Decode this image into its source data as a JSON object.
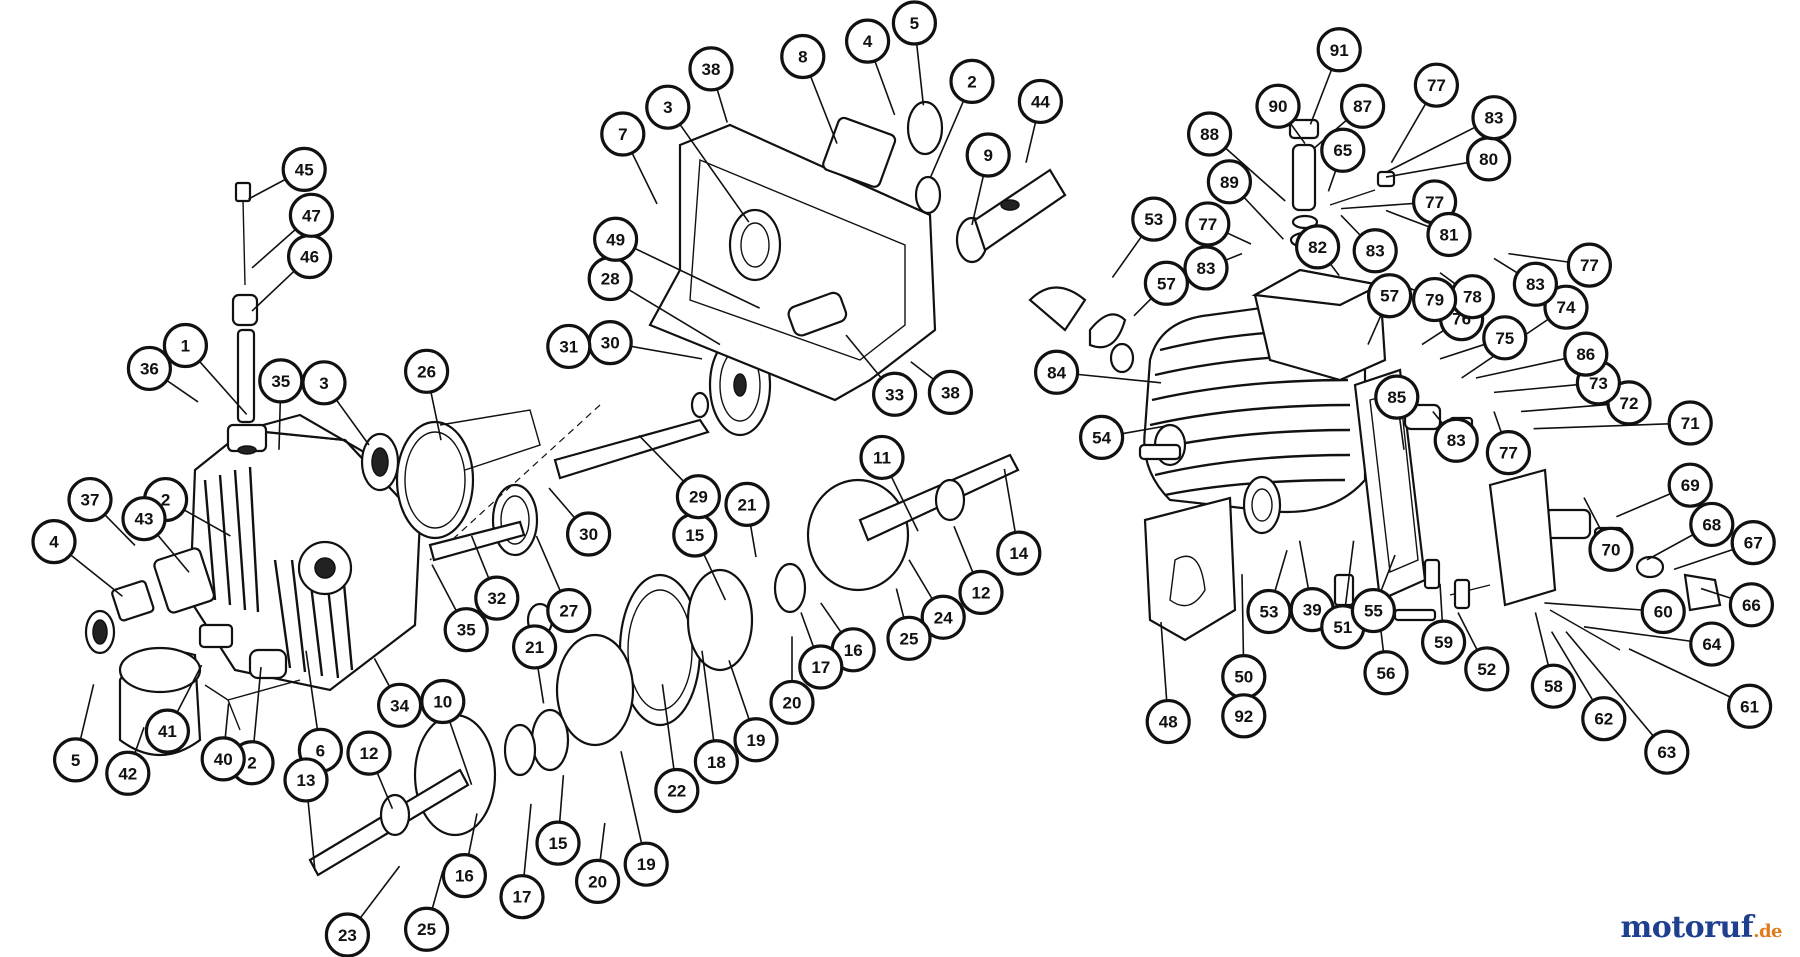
{
  "watermark": {
    "brand": "motoruf",
    "tld": ".de",
    "brand_color": "#1f3f8f",
    "tld_color": "#e07a1a"
  },
  "callouts": [
    {
      "n": "1",
      "at": [
        0.103,
        0.361
      ],
      "to": [
        0.137,
        0.433
      ]
    },
    {
      "n": "2",
      "at": [
        0.092,
        0.522
      ],
      "to": [
        0.128,
        0.56
      ]
    },
    {
      "n": "2",
      "at": [
        0.14,
        0.797
      ],
      "to": [
        0.145,
        0.697
      ]
    },
    {
      "n": "2",
      "at": [
        0.54,
        0.085
      ],
      "to": [
        0.517,
        0.185
      ]
    },
    {
      "n": "3",
      "at": [
        0.18,
        0.4
      ],
      "to": [
        0.205,
        0.465
      ]
    },
    {
      "n": "3",
      "at": [
        0.371,
        0.112
      ],
      "to": [
        0.416,
        0.232
      ]
    },
    {
      "n": "4",
      "at": [
        0.03,
        0.566
      ],
      "to": [
        0.068,
        0.623
      ]
    },
    {
      "n": "4",
      "at": [
        0.482,
        0.043
      ],
      "to": [
        0.497,
        0.12
      ]
    },
    {
      "n": "5",
      "at": [
        0.042,
        0.794
      ],
      "to": [
        0.052,
        0.715
      ]
    },
    {
      "n": "5",
      "at": [
        0.508,
        0.024
      ],
      "to": [
        0.513,
        0.11
      ]
    },
    {
      "n": "6",
      "at": [
        0.178,
        0.784
      ],
      "to": [
        0.17,
        0.68
      ]
    },
    {
      "n": "7",
      "at": [
        0.346,
        0.14
      ],
      "to": [
        0.365,
        0.213
      ]
    },
    {
      "n": "8",
      "at": [
        0.446,
        0.059
      ],
      "to": [
        0.465,
        0.15
      ]
    },
    {
      "n": "9",
      "at": [
        0.549,
        0.162
      ],
      "to": [
        0.54,
        0.235
      ]
    },
    {
      "n": "10",
      "at": [
        0.246,
        0.733
      ],
      "to": [
        0.262,
        0.82
      ]
    },
    {
      "n": "11",
      "at": [
        0.49,
        0.478
      ],
      "to": [
        0.51,
        0.555
      ]
    },
    {
      "n": "12",
      "at": [
        0.205,
        0.787
      ],
      "to": [
        0.218,
        0.845
      ]
    },
    {
      "n": "12",
      "at": [
        0.545,
        0.619
      ],
      "to": [
        0.53,
        0.55
      ]
    },
    {
      "n": "13",
      "at": [
        0.17,
        0.815
      ],
      "to": [
        0.175,
        0.91
      ]
    },
    {
      "n": "14",
      "at": [
        0.566,
        0.578
      ],
      "to": [
        0.558,
        0.49
      ]
    },
    {
      "n": "15",
      "at": [
        0.31,
        0.881
      ],
      "to": [
        0.313,
        0.81
      ]
    },
    {
      "n": "15",
      "at": [
        0.386,
        0.559
      ],
      "to": [
        0.403,
        0.627
      ]
    },
    {
      "n": "16",
      "at": [
        0.258,
        0.915
      ],
      "to": [
        0.265,
        0.85
      ]
    },
    {
      "n": "16",
      "at": [
        0.474,
        0.679
      ],
      "to": [
        0.456,
        0.63
      ]
    },
    {
      "n": "17",
      "at": [
        0.29,
        0.937
      ],
      "to": [
        0.295,
        0.84
      ]
    },
    {
      "n": "17",
      "at": [
        0.456,
        0.697
      ],
      "to": [
        0.445,
        0.64
      ]
    },
    {
      "n": "18",
      "at": [
        0.398,
        0.796
      ],
      "to": [
        0.39,
        0.68
      ]
    },
    {
      "n": "19",
      "at": [
        0.359,
        0.903
      ],
      "to": [
        0.345,
        0.785
      ]
    },
    {
      "n": "19",
      "at": [
        0.42,
        0.773
      ],
      "to": [
        0.405,
        0.69
      ]
    },
    {
      "n": "20",
      "at": [
        0.332,
        0.921
      ],
      "to": [
        0.336,
        0.86
      ]
    },
    {
      "n": "20",
      "at": [
        0.44,
        0.734
      ],
      "to": [
        0.44,
        0.665
      ]
    },
    {
      "n": "21",
      "at": [
        0.297,
        0.676
      ],
      "to": [
        0.302,
        0.735
      ]
    },
    {
      "n": "21",
      "at": [
        0.415,
        0.527
      ],
      "to": [
        0.42,
        0.582
      ]
    },
    {
      "n": "22",
      "at": [
        0.376,
        0.826
      ],
      "to": [
        0.368,
        0.715
      ]
    },
    {
      "n": "23",
      "at": [
        0.193,
        0.977
      ],
      "to": [
        0.222,
        0.905
      ]
    },
    {
      "n": "24",
      "at": [
        0.524,
        0.645
      ],
      "to": [
        0.505,
        0.585
      ]
    },
    {
      "n": "25",
      "at": [
        0.237,
        0.971
      ],
      "to": [
        0.246,
        0.91
      ]
    },
    {
      "n": "25",
      "at": [
        0.505,
        0.667
      ],
      "to": [
        0.498,
        0.615
      ]
    },
    {
      "n": "26",
      "at": [
        0.237,
        0.388
      ],
      "to": [
        0.245,
        0.46
      ]
    },
    {
      "n": "27",
      "at": [
        0.316,
        0.638
      ],
      "to": [
        0.298,
        0.56
      ]
    },
    {
      "n": "28",
      "at": [
        0.339,
        0.291
      ],
      "to": [
        0.4,
        0.36
      ]
    },
    {
      "n": "29",
      "at": [
        0.388,
        0.519
      ],
      "to": [
        0.355,
        0.455
      ]
    },
    {
      "n": "30",
      "at": [
        0.339,
        0.358
      ],
      "to": [
        0.39,
        0.375
      ]
    },
    {
      "n": "30",
      "at": [
        0.327,
        0.558
      ],
      "to": [
        0.305,
        0.51
      ]
    },
    {
      "n": "31",
      "at": [
        0.316,
        0.362
      ],
      "to": [
        0.34,
        0.375
      ]
    },
    {
      "n": "32",
      "at": [
        0.276,
        0.625
      ],
      "to": [
        0.262,
        0.56
      ]
    },
    {
      "n": "33",
      "at": [
        0.497,
        0.412
      ],
      "to": [
        0.47,
        0.35
      ]
    },
    {
      "n": "34",
      "at": [
        0.222,
        0.737
      ],
      "to": [
        0.208,
        0.688
      ]
    },
    {
      "n": "35",
      "at": [
        0.156,
        0.398
      ],
      "to": [
        0.155,
        0.47
      ]
    },
    {
      "n": "35",
      "at": [
        0.259,
        0.658
      ],
      "to": [
        0.24,
        0.59
      ]
    },
    {
      "n": "36",
      "at": [
        0.083,
        0.385
      ],
      "to": [
        0.11,
        0.42
      ]
    },
    {
      "n": "37",
      "at": [
        0.05,
        0.522
      ],
      "to": [
        0.075,
        0.57
      ]
    },
    {
      "n": "38",
      "at": [
        0.395,
        0.072
      ],
      "to": [
        0.404,
        0.128
      ]
    },
    {
      "n": "38",
      "at": [
        0.528,
        0.41
      ],
      "to": [
        0.506,
        0.378
      ]
    },
    {
      "n": "39",
      "at": [
        0.729,
        0.637
      ],
      "to": [
        0.722,
        0.565
      ]
    },
    {
      "n": "40",
      "at": [
        0.124,
        0.793
      ],
      "to": [
        0.127,
        0.735
      ]
    },
    {
      "n": "41",
      "at": [
        0.093,
        0.764
      ],
      "to": [
        0.112,
        0.695
      ]
    },
    {
      "n": "42",
      "at": [
        0.071,
        0.808
      ],
      "to": [
        0.08,
        0.76
      ]
    },
    {
      "n": "43",
      "at": [
        0.08,
        0.542
      ],
      "to": [
        0.105,
        0.598
      ]
    },
    {
      "n": "44",
      "at": [
        0.578,
        0.106
      ],
      "to": [
        0.57,
        0.17
      ]
    },
    {
      "n": "45",
      "at": [
        0.169,
        0.177
      ],
      "to": [
        0.138,
        0.208
      ]
    },
    {
      "n": "46",
      "at": [
        0.172,
        0.268
      ],
      "to": [
        0.14,
        0.325
      ]
    },
    {
      "n": "47",
      "at": [
        0.173,
        0.225
      ],
      "to": [
        0.14,
        0.28
      ]
    },
    {
      "n": "48",
      "at": [
        0.649,
        0.754
      ],
      "to": [
        0.645,
        0.65
      ]
    },
    {
      "n": "49",
      "at": [
        0.342,
        0.25
      ],
      "to": [
        0.422,
        0.322
      ]
    },
    {
      "n": "50",
      "at": [
        0.691,
        0.707
      ],
      "to": [
        0.69,
        0.6
      ]
    },
    {
      "n": "51",
      "at": [
        0.746,
        0.655
      ],
      "to": [
        0.752,
        0.565
      ]
    },
    {
      "n": "52",
      "at": [
        0.826,
        0.699
      ],
      "to": [
        0.81,
        0.64
      ]
    },
    {
      "n": "53",
      "at": [
        0.641,
        0.229
      ],
      "to": [
        0.618,
        0.29
      ]
    },
    {
      "n": "53",
      "at": [
        0.705,
        0.639
      ],
      "to": [
        0.715,
        0.575
      ]
    },
    {
      "n": "54",
      "at": [
        0.612,
        0.457
      ],
      "to": [
        0.648,
        0.445
      ]
    },
    {
      "n": "55",
      "at": [
        0.763,
        0.638
      ],
      "to": [
        0.775,
        0.58
      ]
    },
    {
      "n": "56",
      "at": [
        0.77,
        0.703
      ],
      "to": [
        0.765,
        0.625
      ]
    },
    {
      "n": "57",
      "at": [
        0.648,
        0.296
      ],
      "to": [
        0.63,
        0.33
      ]
    },
    {
      "n": "57",
      "at": [
        0.772,
        0.309
      ],
      "to": [
        0.76,
        0.36
      ]
    },
    {
      "n": "58",
      "at": [
        0.863,
        0.717
      ],
      "to": [
        0.853,
        0.64
      ]
    },
    {
      "n": "59",
      "at": [
        0.802,
        0.671
      ],
      "to": [
        0.8,
        0.61
      ]
    },
    {
      "n": "60",
      "at": [
        0.924,
        0.639
      ],
      "to": [
        0.858,
        0.63
      ]
    },
    {
      "n": "61",
      "at": [
        0.972,
        0.738
      ],
      "to": [
        0.905,
        0.678
      ]
    },
    {
      "n": "62",
      "at": [
        0.891,
        0.751
      ],
      "to": [
        0.862,
        0.66
      ]
    },
    {
      "n": "63",
      "at": [
        0.926,
        0.786
      ],
      "to": [
        0.87,
        0.66
      ]
    },
    {
      "n": "64",
      "at": [
        0.951,
        0.673
      ],
      "to": [
        0.88,
        0.655
      ]
    },
    {
      "n": "65",
      "at": [
        0.746,
        0.157
      ],
      "to": [
        0.738,
        0.2
      ]
    },
    {
      "n": "66",
      "at": [
        0.973,
        0.632
      ],
      "to": [
        0.945,
        0.615
      ]
    },
    {
      "n": "67",
      "at": [
        0.974,
        0.567
      ],
      "to": [
        0.93,
        0.595
      ]
    },
    {
      "n": "68",
      "at": [
        0.951,
        0.548
      ],
      "to": [
        0.915,
        0.585
      ]
    },
    {
      "n": "69",
      "at": [
        0.939,
        0.507
      ],
      "to": [
        0.898,
        0.54
      ]
    },
    {
      "n": "70",
      "at": [
        0.895,
        0.574
      ],
      "to": [
        0.88,
        0.52
      ]
    },
    {
      "n": "71",
      "at": [
        0.939,
        0.442
      ],
      "to": [
        0.852,
        0.448
      ]
    },
    {
      "n": "72",
      "at": [
        0.905,
        0.421
      ],
      "to": [
        0.845,
        0.43
      ]
    },
    {
      "n": "73",
      "at": [
        0.888,
        0.4
      ],
      "to": [
        0.83,
        0.41
      ]
    },
    {
      "n": "74",
      "at": [
        0.87,
        0.321
      ],
      "to": [
        0.812,
        0.395
      ]
    },
    {
      "n": "75",
      "at": [
        0.836,
        0.353
      ],
      "to": [
        0.8,
        0.375
      ]
    },
    {
      "n": "76",
      "at": [
        0.812,
        0.333
      ],
      "to": [
        0.79,
        0.36
      ]
    },
    {
      "n": "77",
      "at": [
        0.798,
        0.089
      ],
      "to": [
        0.773,
        0.17
      ]
    },
    {
      "n": "77",
      "at": [
        0.797,
        0.211
      ],
      "to": [
        0.745,
        0.218
      ]
    },
    {
      "n": "77",
      "at": [
        0.671,
        0.234
      ],
      "to": [
        0.695,
        0.255
      ]
    },
    {
      "n": "77",
      "at": [
        0.883,
        0.277
      ],
      "to": [
        0.838,
        0.265
      ]
    },
    {
      "n": "77",
      "at": [
        0.838,
        0.473
      ],
      "to": [
        0.83,
        0.43
      ]
    },
    {
      "n": "78",
      "at": [
        0.818,
        0.31
      ],
      "to": [
        0.8,
        0.285
      ]
    },
    {
      "n": "79",
      "at": [
        0.797,
        0.313
      ],
      "to": [
        0.782,
        0.3
      ]
    },
    {
      "n": "80",
      "at": [
        0.827,
        0.166
      ],
      "to": [
        0.77,
        0.185
      ]
    },
    {
      "n": "81",
      "at": [
        0.805,
        0.245
      ],
      "to": [
        0.77,
        0.22
      ]
    },
    {
      "n": "82",
      "at": [
        0.732,
        0.258
      ],
      "to": [
        0.744,
        0.288
      ]
    },
    {
      "n": "83",
      "at": [
        0.83,
        0.123
      ],
      "to": [
        0.77,
        0.18
      ]
    },
    {
      "n": "83",
      "at": [
        0.764,
        0.262
      ],
      "to": [
        0.745,
        0.225
      ]
    },
    {
      "n": "83",
      "at": [
        0.67,
        0.28
      ],
      "to": [
        0.69,
        0.265
      ]
    },
    {
      "n": "83",
      "at": [
        0.853,
        0.297
      ],
      "to": [
        0.83,
        0.27
      ]
    },
    {
      "n": "83",
      "at": [
        0.809,
        0.46
      ],
      "to": [
        0.796,
        0.43
      ]
    },
    {
      "n": "84",
      "at": [
        0.587,
        0.389
      ],
      "to": [
        0.645,
        0.4
      ]
    },
    {
      "n": "85",
      "at": [
        0.776,
        0.415
      ],
      "to": [
        0.78,
        0.47
      ]
    },
    {
      "n": "86",
      "at": [
        0.881,
        0.37
      ],
      "to": [
        0.82,
        0.395
      ]
    },
    {
      "n": "87",
      "at": [
        0.757,
        0.111
      ],
      "to": [
        0.73,
        0.155
      ]
    },
    {
      "n": "88",
      "at": [
        0.672,
        0.14
      ],
      "to": [
        0.714,
        0.21
      ]
    },
    {
      "n": "89",
      "at": [
        0.683,
        0.19
      ],
      "to": [
        0.713,
        0.25
      ]
    },
    {
      "n": "90",
      "at": [
        0.71,
        0.111
      ],
      "to": [
        0.725,
        0.15
      ]
    },
    {
      "n": "91",
      "at": [
        0.744,
        0.052
      ],
      "to": [
        0.728,
        0.13
      ]
    },
    {
      "n": "92",
      "at": [
        0.691,
        0.748
      ],
      "to": [
        0.69,
        0.7
      ]
    }
  ]
}
